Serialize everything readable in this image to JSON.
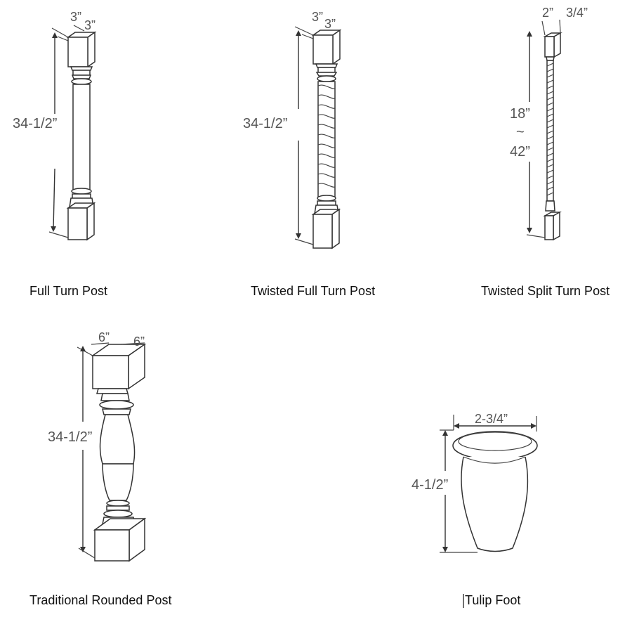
{
  "products": [
    {
      "caption": "Full Turn Post",
      "dims": {
        "width": "3”",
        "depth": "3”",
        "height": "34-1/2”"
      }
    },
    {
      "caption": "Twisted Full Turn Post",
      "dims": {
        "width": "3”",
        "depth": "3”",
        "height": "34-1/2”"
      }
    },
    {
      "caption": "Twisted Split Turn Post",
      "dims": {
        "width": "2”",
        "depth": "3/4”",
        "height_min": "18”",
        "tilde": "~",
        "height_max": "42”"
      }
    },
    {
      "caption": "Traditional Rounded Post",
      "dims": {
        "width": "6”",
        "depth": "6”",
        "height": "34-1/2”"
      }
    },
    {
      "caption": "Tulip Foot",
      "dims": {
        "width": "2-3/4”",
        "height": "4-1/2”"
      }
    }
  ],
  "icons": [
    "full-turn-post-drawing",
    "twisted-full-turn-post-drawing",
    "twisted-split-turn-post-drawing",
    "traditional-rounded-post-drawing",
    "tulip-foot-drawing",
    "dimension-arrow-icon"
  ]
}
